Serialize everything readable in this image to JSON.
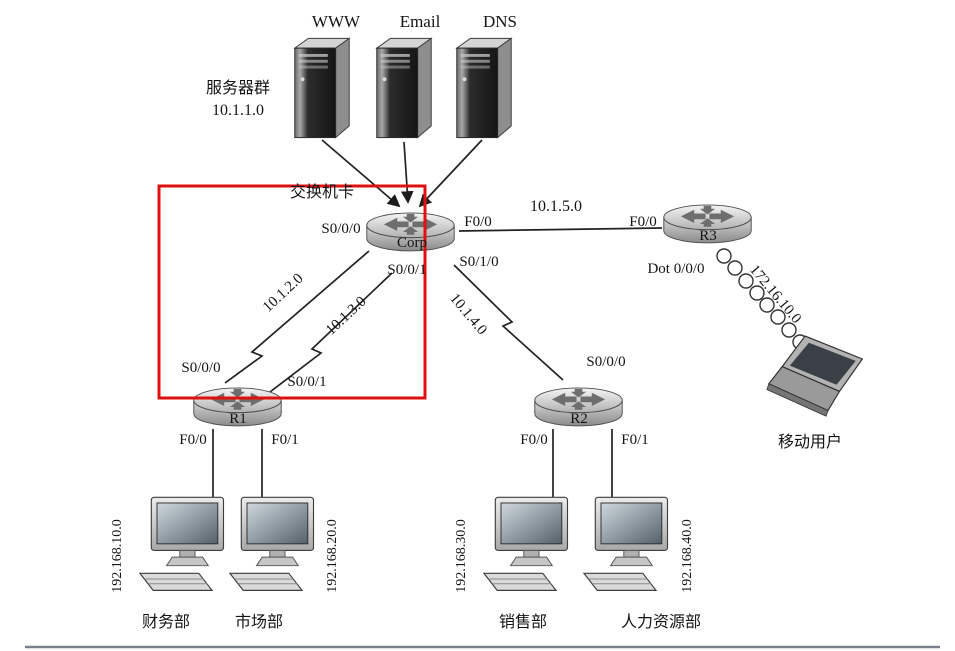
{
  "servers": {
    "group_label": "服务器群",
    "group_ip": "10.1.1.0",
    "items": [
      {
        "name": "WWW"
      },
      {
        "name": "Email"
      },
      {
        "name": "DNS"
      }
    ]
  },
  "switch": {
    "label": "交换机卡"
  },
  "routers": {
    "corp": {
      "name": "Corp",
      "ifaces": {
        "f00": "F0/0",
        "s000": "S0/0/0",
        "s001": "S0/0/1",
        "s010": "S0/1/0"
      }
    },
    "r1": {
      "name": "R1",
      "ifaces": {
        "s000": "S0/0/0",
        "s001": "S0/0/1",
        "f00": "F0/0",
        "f01": "F0/1"
      }
    },
    "r2": {
      "name": "R2",
      "ifaces": {
        "s000": "S0/0/0",
        "f00": "F0/0",
        "f01": "F0/1"
      }
    },
    "r3": {
      "name": "R3",
      "ifaces": {
        "f00": "F0/0",
        "dot": "Dot 0/0/0"
      }
    }
  },
  "links": {
    "corp_r3": {
      "subnet": "10.1.5.0"
    },
    "corp_r1_s000": {
      "subnet": "10.1.2.0"
    },
    "corp_r1_s001": {
      "subnet": "10.1.3.0"
    },
    "corp_r2": {
      "subnet": "10.1.4.0"
    },
    "r3_mobile": {
      "subnet": "172.16.10.0"
    }
  },
  "mobile": {
    "label": "移动用户"
  },
  "lans": [
    {
      "dept": "财务部",
      "subnet": "192.168.10.0"
    },
    {
      "dept": "市场部",
      "subnet": "192.168.20.0"
    },
    {
      "dept": "销售部",
      "subnet": "192.168.30.0"
    },
    {
      "dept": "人力资源部",
      "subnet": "192.168.40.0"
    }
  ],
  "highlight_color": "#e01010"
}
